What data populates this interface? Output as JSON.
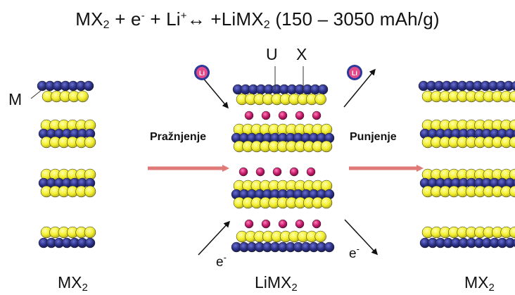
{
  "equation": {
    "mx": "MX",
    "mx_sub": "2",
    "plus_e": " + e",
    "e_sup": "-",
    "plus_li": " + Li",
    "li_sup": "+",
    "arrow": "↔",
    "product": " +LiMX",
    "product_sub": "2",
    "capacity": " (150 – 3050 mAh/g)"
  },
  "labels": {
    "m_atom": "M",
    "u_atom": "U",
    "x_atom": "X",
    "discharge": "Pražnjenje",
    "charge": "Punjenje",
    "left_main": "MX",
    "left_sub": "2",
    "middle_main": "LiMX",
    "middle_sub": "2",
    "right_main": "MX",
    "right_sub": "2",
    "electron": "e",
    "electron_sup": "-",
    "li_ion": "Li"
  },
  "colors": {
    "metal_blue": "#2a2f86",
    "chalcogen_yellow": "#f2ee2c",
    "lithium_magenta": "#c4186a",
    "process_arrow": "#e07a78"
  }
}
